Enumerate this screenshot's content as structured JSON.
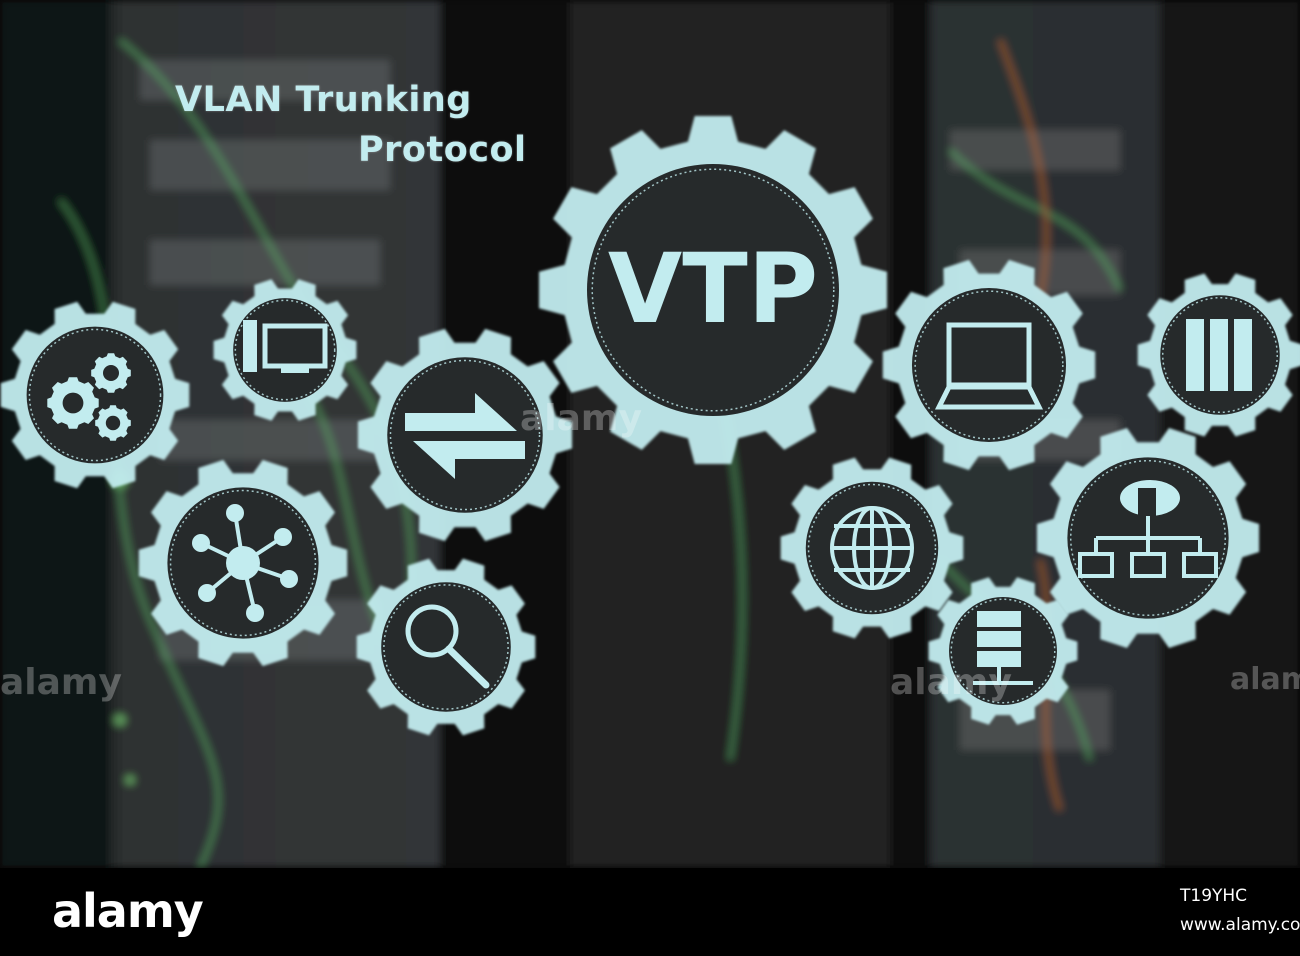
{
  "headline": {
    "line1": "VLAN Trunking",
    "line2": "Protocol"
  },
  "center_label": "VTP",
  "gears": [
    {
      "name": "vtp-center-gear",
      "icon": "vtp-text"
    },
    {
      "name": "settings-gear",
      "icon": "gears-icon"
    },
    {
      "name": "computer-gear",
      "icon": "desktop-computer-icon"
    },
    {
      "name": "transfer-gear",
      "icon": "arrows-exchange-icon"
    },
    {
      "name": "network-gear",
      "icon": "hub-network-icon"
    },
    {
      "name": "search-gear",
      "icon": "magnifier-icon"
    },
    {
      "name": "laptop-gear",
      "icon": "laptop-icon"
    },
    {
      "name": "server-rack-gear",
      "icon": "server-rack-icon"
    },
    {
      "name": "globe-gear",
      "icon": "globe-icon"
    },
    {
      "name": "cloud-network-gear",
      "icon": "cloud-network-icon"
    },
    {
      "name": "database-gear",
      "icon": "database-icon"
    }
  ],
  "watermark": "alamy",
  "footer": {
    "logo": "alamy",
    "image_id": "T19YHC",
    "url": "www.alamy.com"
  },
  "colors": {
    "gear_fill": "#c2ecef",
    "background": "#151718",
    "cable_green": "#58b466"
  }
}
